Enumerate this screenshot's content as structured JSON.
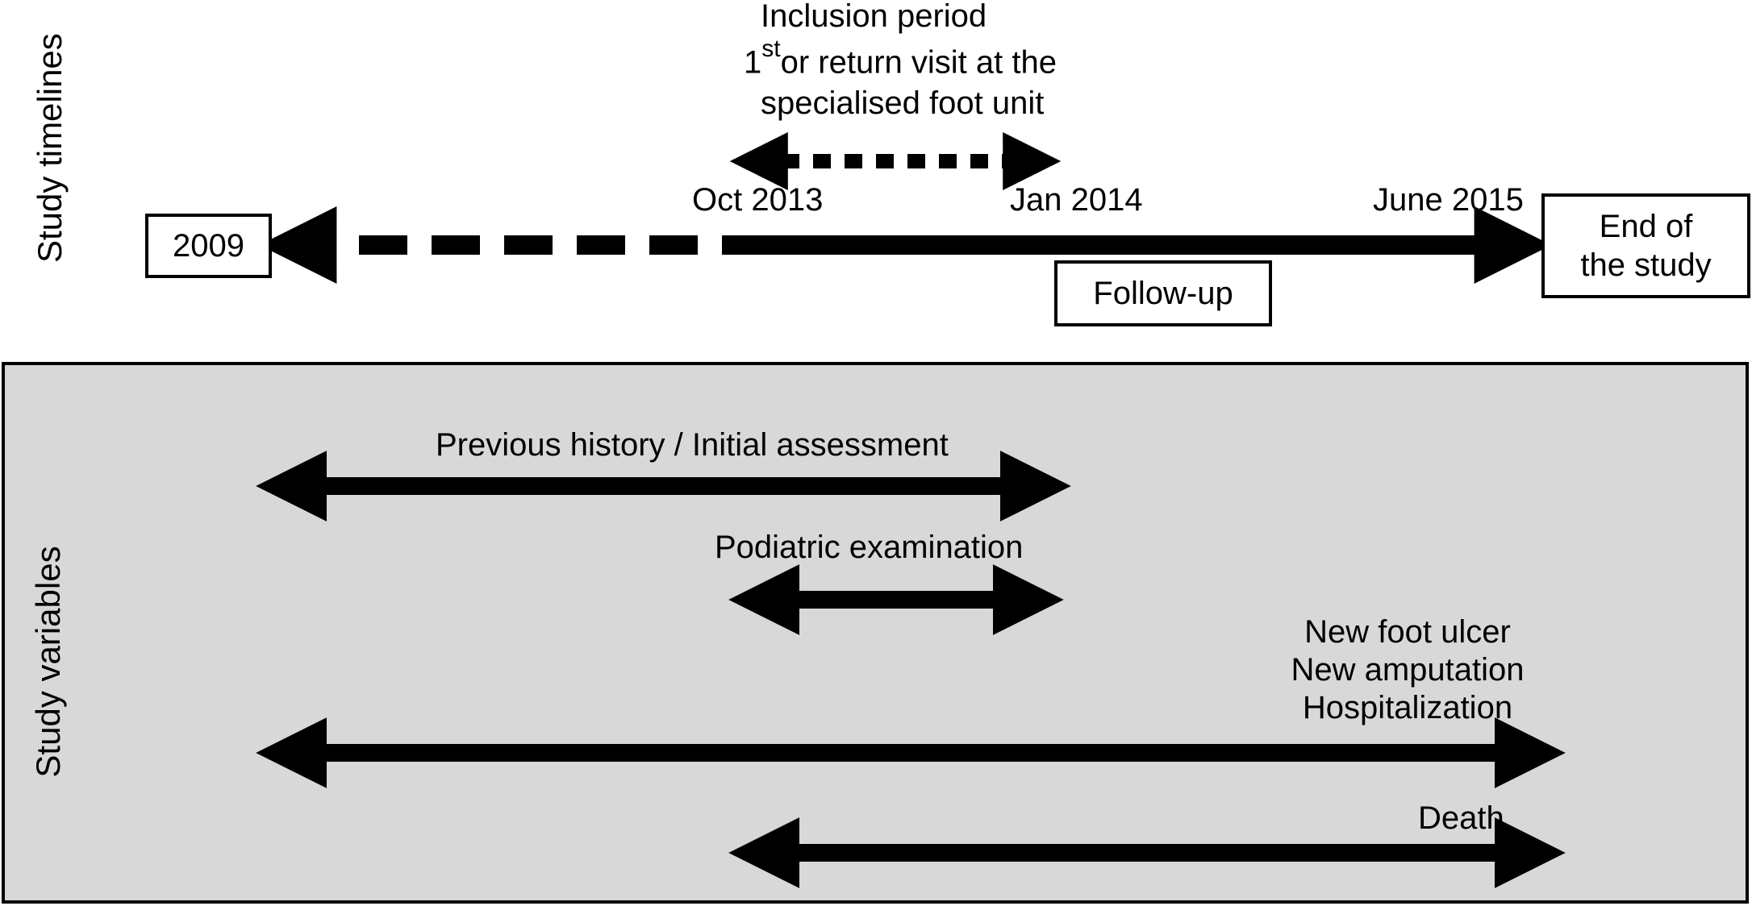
{
  "timelines": {
    "section_label": "Study timelines",
    "inclusion": {
      "title": "Inclusion period",
      "line2_prefix": "1",
      "line2_sup": "st",
      "line2_rest": "or return visit at the",
      "line3": "specialised foot unit"
    },
    "dates": {
      "start": "2009",
      "oct2013": "Oct 2013",
      "jan2014": "Jan 2014",
      "jun2015": "June 2015"
    },
    "end_box": {
      "line1": "End of",
      "line2": "the study"
    },
    "followup": "Follow-up"
  },
  "variables": {
    "section_label": "Study variables",
    "items": [
      {
        "label": "Previous history / Initial assessment"
      },
      {
        "label": "Podiatric examination"
      },
      {
        "labels": [
          "New foot ulcer",
          "New amputation",
          "Hospitalization"
        ]
      },
      {
        "label": "Death"
      }
    ]
  },
  "colors": {
    "panel": "#d8d8d8",
    "ink": "#000000",
    "background": "#ffffff"
  }
}
